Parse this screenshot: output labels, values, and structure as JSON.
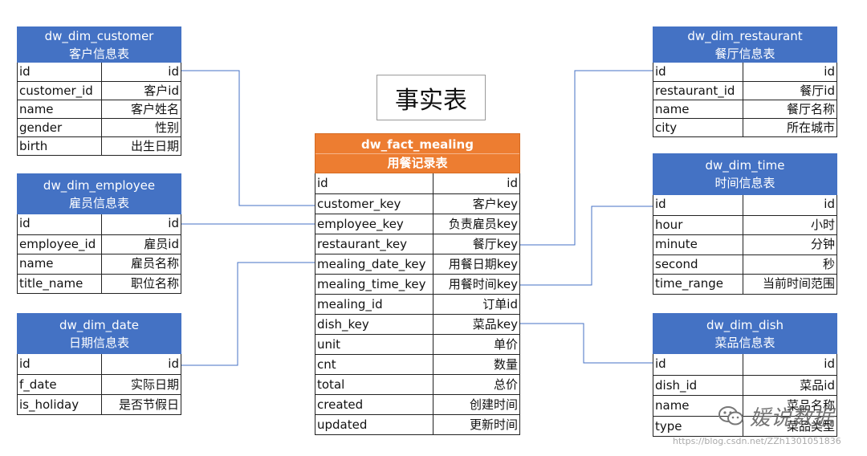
{
  "fact_label": "事实表",
  "fact": {
    "id": "fact",
    "title": "dw_fact_mealing",
    "subtitle": "用餐记录表",
    "rows": [
      {
        "field": "id",
        "desc": "id"
      },
      {
        "field": "customer_key",
        "desc": "客户key"
      },
      {
        "field": "employee_key",
        "desc": "负责雇员key"
      },
      {
        "field": "restaurant_key",
        "desc": "餐厅key"
      },
      {
        "field": "mealing_date_key",
        "desc": "用餐日期key"
      },
      {
        "field": "mealing_time_key",
        "desc": "用餐时间key"
      },
      {
        "field": "mealing_id",
        "desc": "订单id"
      },
      {
        "field": "dish_key",
        "desc": "菜品key"
      },
      {
        "field": "unit",
        "desc": "单价"
      },
      {
        "field": "cnt",
        "desc": "数量"
      },
      {
        "field": "total",
        "desc": "总价"
      },
      {
        "field": "created",
        "desc": "创建时间"
      },
      {
        "field": "updated",
        "desc": "更新时间"
      }
    ]
  },
  "dims": [
    {
      "id": "customer",
      "title": "dw_dim_customer",
      "subtitle": "客户信息表",
      "rows": [
        {
          "field": "id",
          "desc": "id"
        },
        {
          "field": "customer_id",
          "desc": "客户id"
        },
        {
          "field": "name",
          "desc": "客户姓名"
        },
        {
          "field": "gender",
          "desc": "性别"
        },
        {
          "field": "birth",
          "desc": "出生日期"
        }
      ]
    },
    {
      "id": "employee",
      "title": "dw_dim_employee",
      "subtitle": "雇员信息表",
      "rows": [
        {
          "field": "id",
          "desc": "id"
        },
        {
          "field": "employee_id",
          "desc": "雇员id"
        },
        {
          "field": "name",
          "desc": "雇员名称"
        },
        {
          "field": "title_name",
          "desc": "职位名称"
        }
      ]
    },
    {
      "id": "date",
      "title": "dw_dim_date",
      "subtitle": "日期信息表",
      "rows": [
        {
          "field": "id",
          "desc": "id"
        },
        {
          "field": "f_date",
          "desc": "实际日期"
        },
        {
          "field": "is_holiday",
          "desc": "是否节假日"
        }
      ]
    },
    {
      "id": "restaurant",
      "title": "dw_dim_restaurant",
      "subtitle": "餐厅信息表",
      "rows": [
        {
          "field": "id",
          "desc": "id"
        },
        {
          "field": "restaurant_id",
          "desc": "餐厅id"
        },
        {
          "field": "name",
          "desc": "餐厅名称"
        },
        {
          "field": "city",
          "desc": "所在城市"
        }
      ]
    },
    {
      "id": "time",
      "title": "dw_dim_time",
      "subtitle": "时间信息表",
      "rows": [
        {
          "field": "id",
          "desc": "id"
        },
        {
          "field": "hour",
          "desc": "小时"
        },
        {
          "field": "minute",
          "desc": "分钟"
        },
        {
          "field": "second",
          "desc": "秒"
        },
        {
          "field": "time_range",
          "desc": "当前时间范围"
        }
      ]
    },
    {
      "id": "dish",
      "title": "dw_dim_dish",
      "subtitle": "菜品信息表",
      "rows": [
        {
          "field": "id",
          "desc": "id"
        },
        {
          "field": "dish_id",
          "desc": "菜品id"
        },
        {
          "field": "name",
          "desc": "菜品名称"
        },
        {
          "field": "type",
          "desc": "菜品类型"
        }
      ]
    }
  ],
  "watermark": {
    "text": "媛说数据",
    "icon": "wechat-icon"
  },
  "url": "https://blog.csdn.net/ZZh1301051836",
  "colors": {
    "dim_header": "#4472c4",
    "fact_header": "#ed7d31",
    "connector": "#4472c4"
  }
}
